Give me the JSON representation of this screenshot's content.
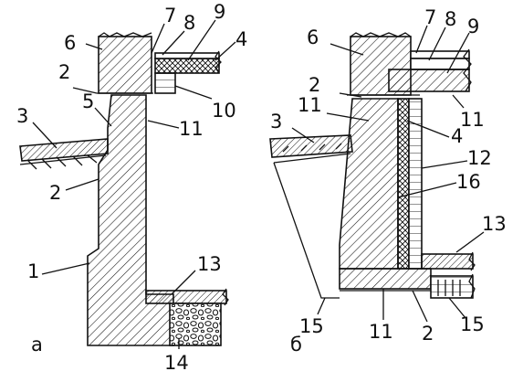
{
  "figure": {
    "panel_a": {
      "caption": "а",
      "labels": {
        "n1": "1",
        "n2_top": "2",
        "n2_mid": "2",
        "n3": "3",
        "n4": "4",
        "n5": "5",
        "n6": "6",
        "n7": "7",
        "n8": "8",
        "n9": "9",
        "n10": "10",
        "n11": "11",
        "n13": "13",
        "n14": "14"
      }
    },
    "panel_b": {
      "caption": "б",
      "labels": {
        "n2_top": "2",
        "n2_bottom": "2",
        "n3": "3",
        "n4": "4",
        "n6": "6",
        "n7": "7",
        "n8": "8",
        "n9": "9",
        "n11_top": "11",
        "n11_right": "11",
        "n11_bottom": "11",
        "n12": "12",
        "n13": "13",
        "n15_left": "15",
        "n15_right": "15",
        "n16": "16"
      }
    }
  }
}
